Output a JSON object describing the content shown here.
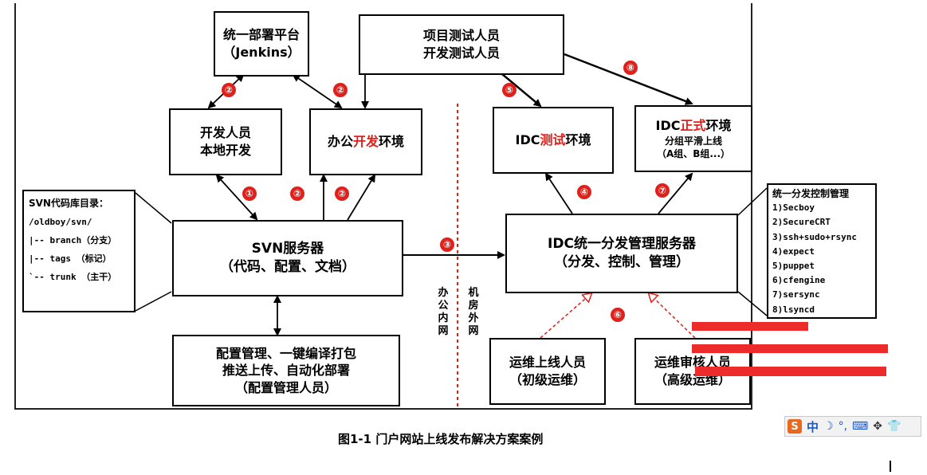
{
  "boxes": {
    "jenkins": {
      "line1": "统一部署平台",
      "line2": "（Jenkins）"
    },
    "testers": {
      "line1": "项目测试人员",
      "line2": "开发测试人员"
    },
    "dev_local": {
      "line1": "开发人员",
      "line2": "本地开发"
    },
    "office_dev": {
      "pre": "办公",
      "hl": "开发",
      "post": "环境"
    },
    "idc_test": {
      "pre": "IDC",
      "hl": "测试",
      "post": "环境"
    },
    "idc_prod": {
      "pre": "IDC",
      "hl": "正式",
      "post": "环境",
      "line2": "分组平滑上线",
      "line3": "（A组、B组...）"
    },
    "svn": {
      "line1": "SVN服务器",
      "line2": "（代码、配置、文档）"
    },
    "idc_server": {
      "line1": "IDC统一分发管理服务器",
      "line2": "（分发、控制、管理）"
    },
    "config": {
      "line1": "配置管理、一键编译打包",
      "line2": "推送上传、自动化部署",
      "line3": "（配置管理人员）"
    },
    "ops_junior": {
      "line1": "运维上线人员",
      "line2": "（初级运维）"
    },
    "ops_senior": {
      "line1": "运维审核人员",
      "line2": "（高级运维）"
    }
  },
  "svn_dir": {
    "title": "SVN代码库目录：",
    "rows": [
      "/oldboy/svn/",
      "|-- branch（分支）",
      "|-- tags  （标记）",
      "`-- trunk （主干）"
    ]
  },
  "tools": {
    "title": "统一分发控制管理",
    "rows": [
      "1)Secboy",
      "2)SecureCRT",
      "3)ssh+sudo+rsync",
      "4)expect",
      "5)puppet",
      "6)cfengine",
      "7)sersync",
      "8)lsyncd"
    ]
  },
  "network": {
    "office": "办公内网",
    "datacenter": "机房外网"
  },
  "steps": {
    "s1": "①",
    "s2a": "②",
    "s2b": "②",
    "s2c": "②",
    "s2d": "②",
    "s3": "③",
    "s4": "④",
    "s5": "⑤",
    "s6": "⑥",
    "s7": "⑦",
    "s8": "⑧"
  },
  "caption": "图1-1  门户网站上线发布解决方案案例",
  "ime": {
    "s": "S",
    "lang": "中"
  },
  "colors": {
    "accent": "#e0201a",
    "line": "#000000",
    "redaction": "#ee2b2b"
  }
}
